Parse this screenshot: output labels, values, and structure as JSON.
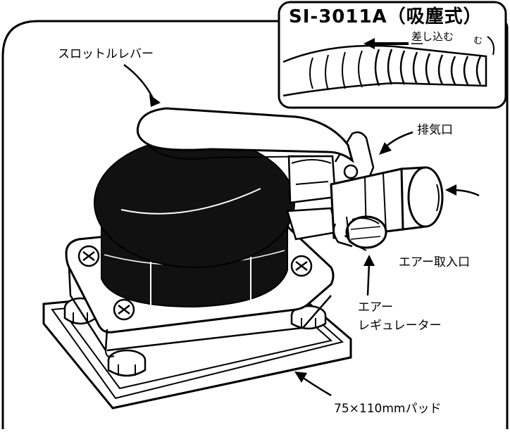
{
  "inset": {
    "title": "SI-3011A（吸塵式）",
    "insert_label": "差し込む",
    "small_glyph": "む"
  },
  "labels": {
    "throttle_lever": "スロットルレバー",
    "exhaust": "排気口",
    "air_inlet": "エアー取入口",
    "air_regulator_line1": "エアー",
    "air_regulator_line2": "レギュレーター",
    "pad": "75×110mmパッド"
  }
}
